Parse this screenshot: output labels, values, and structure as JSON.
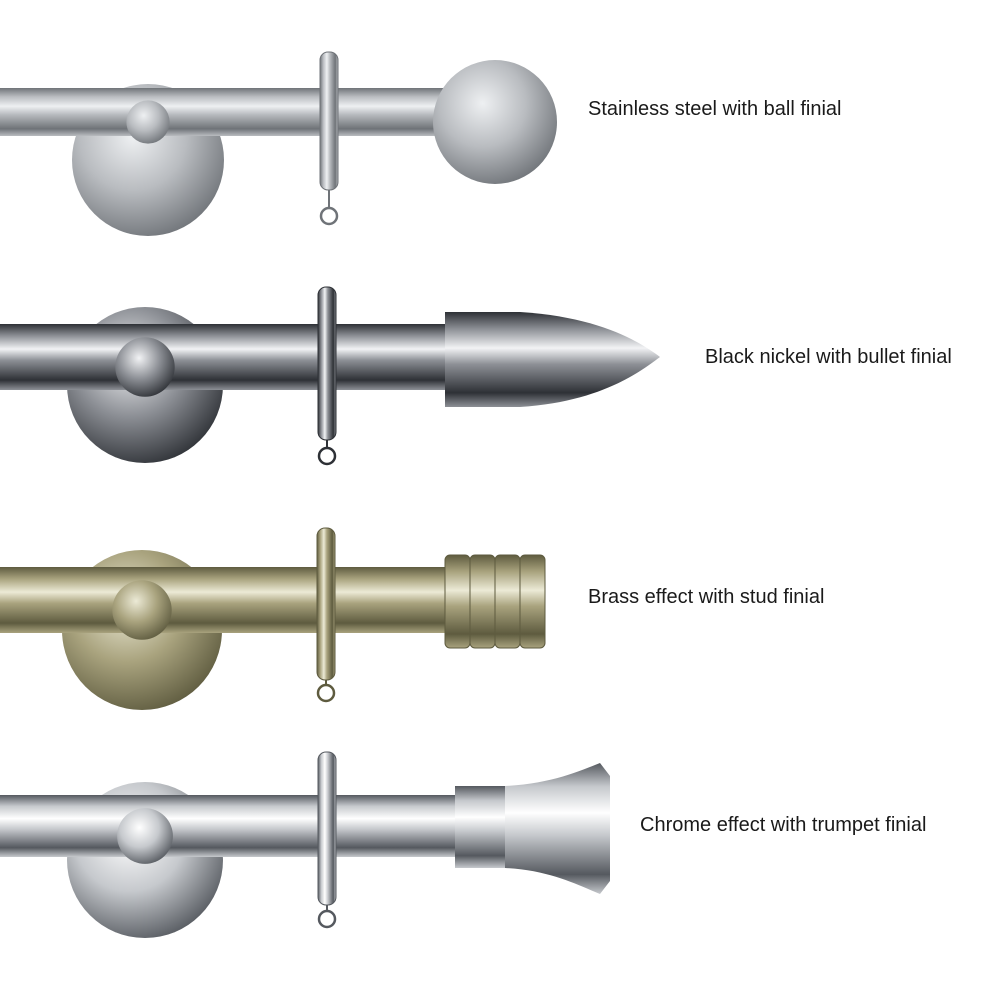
{
  "products": [
    {
      "label": "Stainless steel with ball finial",
      "finish": "stainless-steel",
      "finial": "ball",
      "colors": {
        "dark": "#6f7378",
        "mid": "#b9bcc0",
        "light": "#eef0f2"
      }
    },
    {
      "label": "Black nickel with bullet finial",
      "finish": "black-nickel",
      "finial": "bullet",
      "colors": {
        "dark": "#2e3136",
        "mid": "#8d9096",
        "light": "#f2f3f5"
      }
    },
    {
      "label": "Brass effect with stud finial",
      "finish": "brass-effect",
      "finial": "stud",
      "colors": {
        "dark": "#5e5b3f",
        "mid": "#a9a37e",
        "light": "#ecead6"
      }
    },
    {
      "label": "Chrome effect with trumpet finial",
      "finish": "chrome-effect",
      "finial": "trumpet",
      "colors": {
        "dark": "#55595f",
        "mid": "#c6c9cd",
        "light": "#ffffff"
      }
    }
  ]
}
